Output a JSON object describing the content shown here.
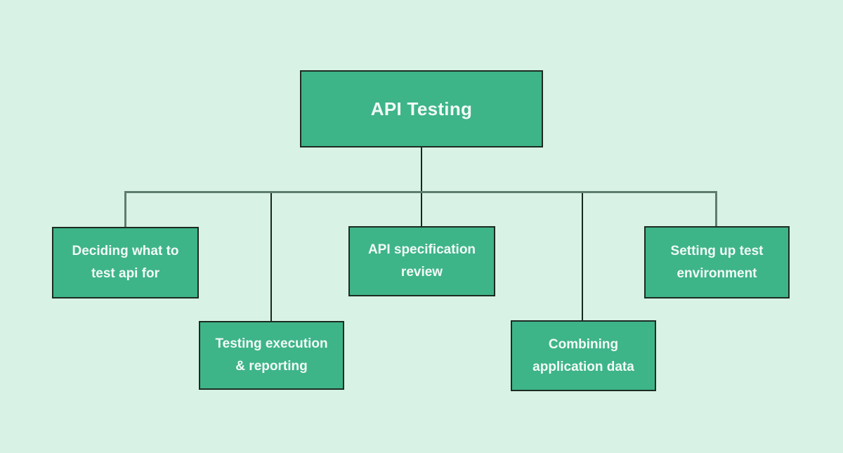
{
  "diagram": {
    "type": "flowchart",
    "root": {
      "label": "API Testing"
    },
    "children": [
      {
        "label": "Deciding what to test api for"
      },
      {
        "label": "Testing execution & reporting"
      },
      {
        "label": "API specification review"
      },
      {
        "label": "Combining application data"
      },
      {
        "label": "Setting up test environment"
      }
    ],
    "colors": {
      "background": "#d8f3e6",
      "node_fill": "#3eb489",
      "node_border": "#1c2b23",
      "connector_bus": "#5f7d6e",
      "connector_drop": "#16281f",
      "text": "#f2fbf6"
    }
  }
}
